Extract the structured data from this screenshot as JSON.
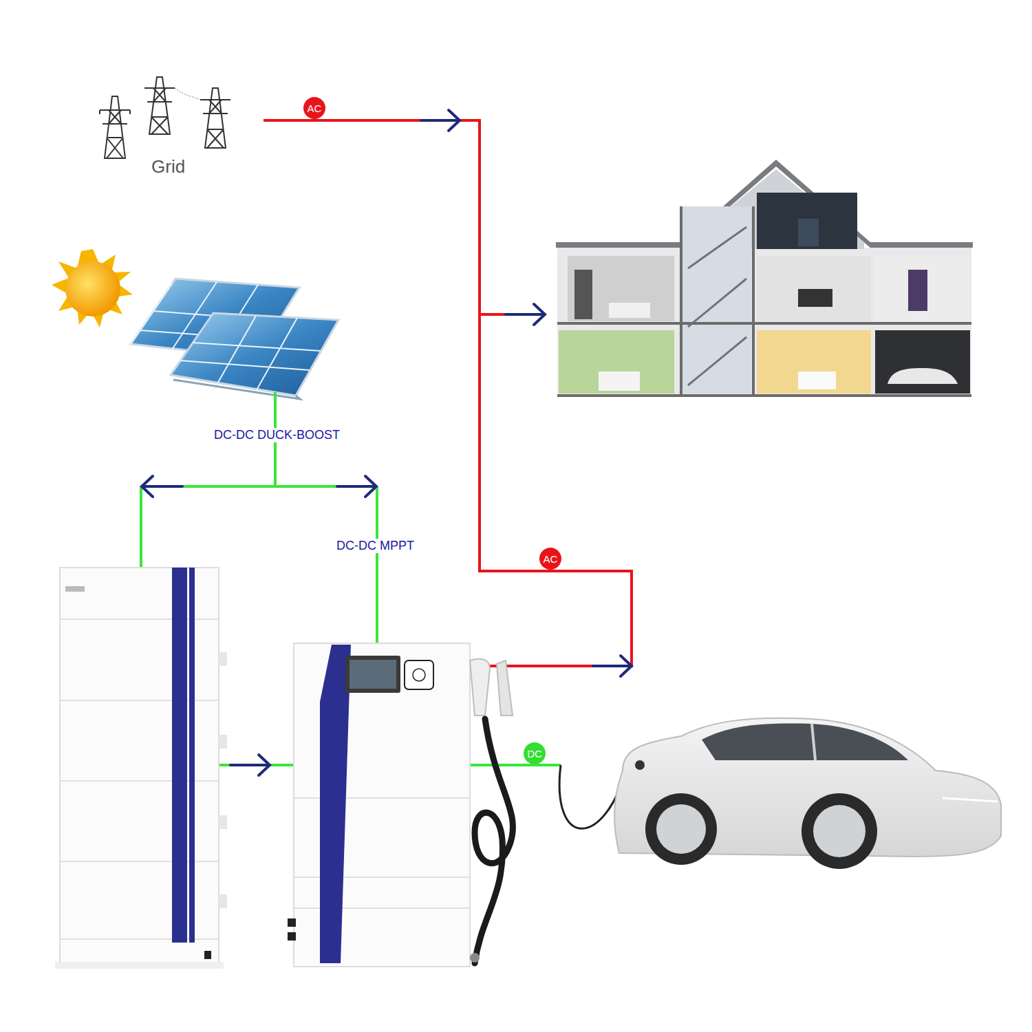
{
  "diagram": {
    "nodes": [
      {
        "text": [
          "AC"
        ]
      },
      {
        "text": [
          "AC"
        ]
      },
      {
        "text": [
          "DC"
        ]
      }
    ],
    "labels": [
      "Grid",
      "DC-DC DUCK-BOOST",
      "DC-DC MPPT"
    ]
  }
}
